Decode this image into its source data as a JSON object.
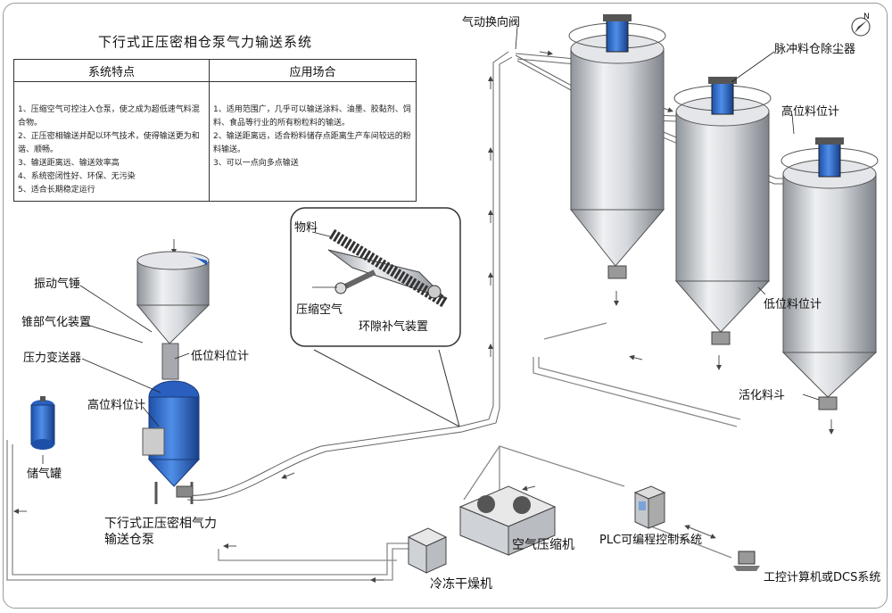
{
  "diagram": {
    "title": "下行式正压密相仓泵气力输送系统",
    "table": {
      "headers": [
        "系统特点",
        "应用场合"
      ],
      "features": [
        "1、压缩空气可控注入仓泵，使之成为超低速气料混合物。",
        "2、正压密相输送并配以环气技术，使得输送更为和谐、顺畅。",
        "3、输送距离远、输送效率高",
        "4、系统密闭性好、环保、无污染",
        "5、适合长期稳定运行"
      ],
      "applications": [
        "1、适用范围广，几乎可以输送涂料、油墨、胶黏剂、饲料、食品等行业的所有粉粒料的输送。",
        "2、输送距离远，适合粉料储存点距离生产车间较远的粉料输送。",
        "3、可以一点向多点输送"
      ]
    },
    "labels": {
      "vibrator": "振动气锤",
      "cone_aeration": "锥部气化装置",
      "pressure_transmitter": "压力变送器",
      "low_level_feed": "低位料位计",
      "high_level_pump": "高位料位计",
      "air_tank": "储气罐",
      "pump_name": "下行式正压密相气力输送仓泵",
      "material": "物料",
      "compressed_air": "压缩空气",
      "annular_device": "环隙补气装置",
      "diverter_valve": "气动换向阀",
      "pulse_dust": "脉冲料仓除尘器",
      "high_level_silo": "高位料位计",
      "low_level_silo": "低位料位计",
      "activation": "活化料斗",
      "air_compressor": "空气压缩机",
      "dryer": "冷冻干燥机",
      "plc": "PLC可编程控制系统",
      "dcs": "工控计算机或DCS系统",
      "compass": "N"
    },
    "colors": {
      "silo_metal": "#c9ccd1",
      "accent_blue": "#2f6fd6",
      "pipe": "#d7d7d7",
      "line": "#333333"
    }
  }
}
